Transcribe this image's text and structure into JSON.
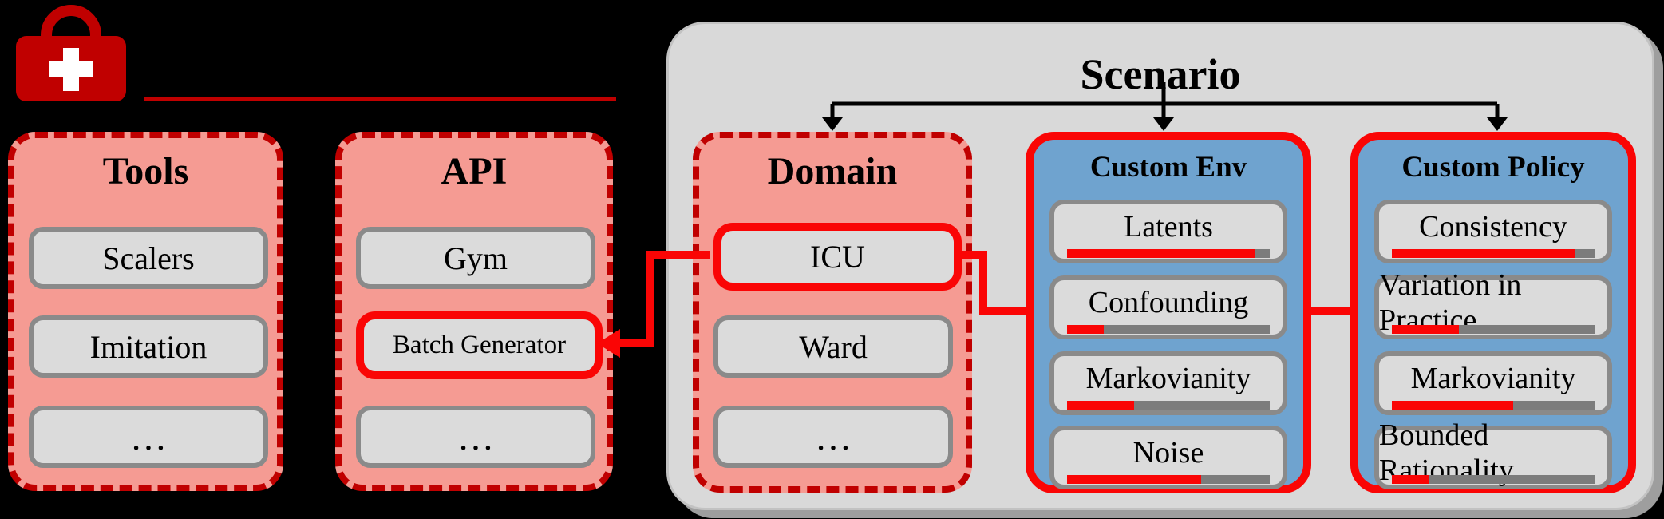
{
  "icon": {
    "name": "first-aid-kit"
  },
  "tools": {
    "title": "Tools",
    "items": [
      "Scalers",
      "Imitation",
      "…"
    ]
  },
  "api": {
    "title": "API",
    "items": [
      "Gym",
      "Batch Generator",
      "…"
    ],
    "highlighted_item": "Batch Generator"
  },
  "scenario": {
    "title": "Scenario",
    "domain": {
      "title": "Domain",
      "items": [
        "ICU",
        "Ward",
        "…"
      ],
      "highlighted_item": "ICU"
    },
    "custom_env": {
      "title": "Custom Env",
      "items": [
        {
          "label": "Latents",
          "progress_percent": 93
        },
        {
          "label": "Confounding",
          "progress_percent": 18
        },
        {
          "label": "Markovianity",
          "progress_percent": 33
        },
        {
          "label": "Noise",
          "progress_percent": 66
        }
      ]
    },
    "custom_policy": {
      "title": "Custom Policy",
      "items": [
        {
          "label": "Consistency",
          "progress_percent": 90
        },
        {
          "label": "Variation in Practice",
          "progress_percent": 33
        },
        {
          "label": "Markovianity",
          "progress_percent": 60
        },
        {
          "label": "Bounded Rationality",
          "progress_percent": 18
        }
      ]
    }
  },
  "connections": [
    "Scenario -> Domain",
    "Scenario -> Custom Env",
    "Scenario -> Custom Policy",
    "ICU -> Batch Generator",
    "ICU - Custom Env",
    "Custom Env - Custom Policy"
  ],
  "colors": {
    "dark_red": "#C00000",
    "accent_red": "#FA0505",
    "pink_fill": "#F59B93",
    "blue_fill": "#6FA3CF",
    "container_gray": "#D9D9D9",
    "item_gray": "#DBDBDB",
    "track_gray": "#7C7C7C",
    "arrow_black": "#000000"
  }
}
